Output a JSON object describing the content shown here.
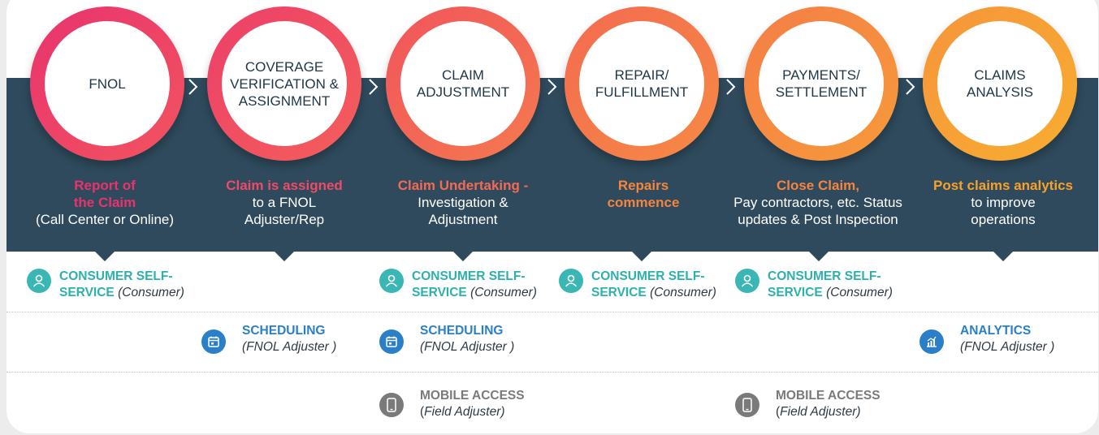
{
  "colors": {
    "band": "#2e4a5c",
    "stage1": [
      "#e8336f",
      "#f2545f"
    ],
    "stage2": [
      "#ec3f6a",
      "#f45f5a"
    ],
    "stage3": [
      "#f1545c",
      "#f57a4e"
    ],
    "stage4": [
      "#f36a50",
      "#f68a44"
    ],
    "stage5": [
      "#f47e47",
      "#f79a3a"
    ],
    "stage6": [
      "#f5953b",
      "#f8ad30"
    ],
    "teal": "#3ab7b4",
    "blue": "#2a7fc6",
    "gray": "#7a7a7a"
  },
  "stages": [
    {
      "title": "FNOL",
      "highlight": "Report of\nthe Claim",
      "highlight_color": "#e8336f",
      "rest": "(Call Center or Online)"
    },
    {
      "title": "COVERAGE\nVERIFICATION &\nASSIGNMENT",
      "highlight": "Claim is assigned",
      "highlight_color": "#ef4a66",
      "rest": "to a FNOL\nAdjuster/Rep"
    },
    {
      "title": "CLAIM\nADJUSTMENT",
      "highlight": "Claim Undertaking -",
      "highlight_color": "#f36a55",
      "rest": "Investigation &\nAdjustment"
    },
    {
      "title": "REPAIR/\nFULFILLMENT",
      "highlight": "Repairs\ncommence",
      "highlight_color": "#f5843f",
      "rest": ""
    },
    {
      "title": "PAYMENTS/\nSETTLEMENT",
      "highlight": "Close Claim,",
      "highlight_color": "#f5843f",
      "rest": "Pay contractors, etc. Status\nupdates & Post Inspection"
    },
    {
      "title": "CLAIMS\nANALYSIS",
      "highlight": "Post claims analytics",
      "highlight_color": "#f8a12a",
      "rest": "to improve\noperations"
    }
  ],
  "features": {
    "consumer": {
      "title_line1": "CONSUMER SELF-",
      "title_line2": "SERVICE",
      "sub": "(Consumer)",
      "icon": "person-icon"
    },
    "scheduling": {
      "title": "SCHEDULING",
      "sub": "(FNOL Adjuster )",
      "icon": "calendar-icon"
    },
    "analytics": {
      "title": "ANALYTICS",
      "sub": "(FNOL Adjuster )",
      "icon": "bar-chart-icon"
    },
    "mobile": {
      "title": "MOBILE ACCESS",
      "sub_prefix": "(",
      "sub": "Field Adjuster)",
      "icon": "phone-icon"
    }
  }
}
